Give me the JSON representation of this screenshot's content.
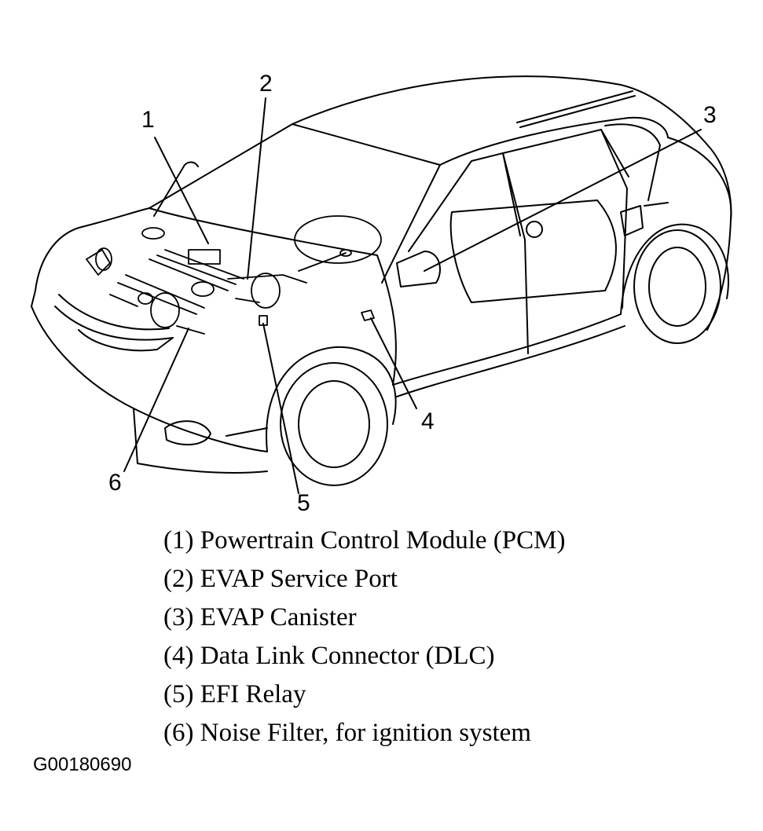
{
  "callouts": [
    "1",
    "2",
    "3",
    "4",
    "5",
    "6"
  ],
  "legend": [
    {
      "number": "(1)",
      "text": "Powertrain Control Module (PCM)"
    },
    {
      "number": "(2)",
      "text": "EVAP Service Port"
    },
    {
      "number": "(3)",
      "text": "EVAP Canister"
    },
    {
      "number": "(4)",
      "text": "Data Link Connector (DLC)"
    },
    {
      "number": "(5)",
      "text": "EFI Relay"
    },
    {
      "number": "(6)",
      "text": "Noise Filter, for ignition system"
    }
  ],
  "figure_id": "G00180690",
  "colors": {
    "ink": "#000000",
    "paper": "#ffffff"
  }
}
